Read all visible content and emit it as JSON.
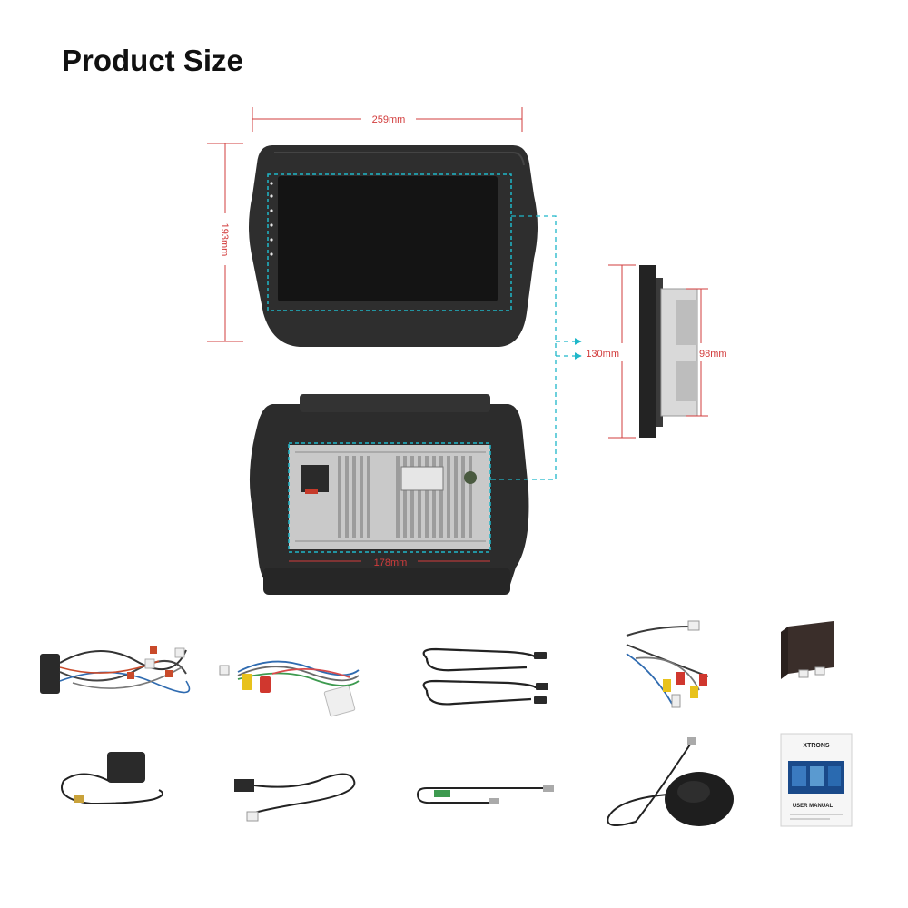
{
  "header": {
    "title": "Product Size"
  },
  "dimensions": {
    "width": "259mm",
    "height": "193mm",
    "depth_front": "130mm",
    "depth_back": "98mm",
    "chassis_width": "178mm"
  },
  "accessories": {
    "manual_brand": "XTRONS",
    "manual_title": "USER MANUAL"
  },
  "colors": {
    "dimension_line": "#d23c3c",
    "guide_line": "#1fb7c9",
    "unit_body": "#2a2a2a"
  }
}
